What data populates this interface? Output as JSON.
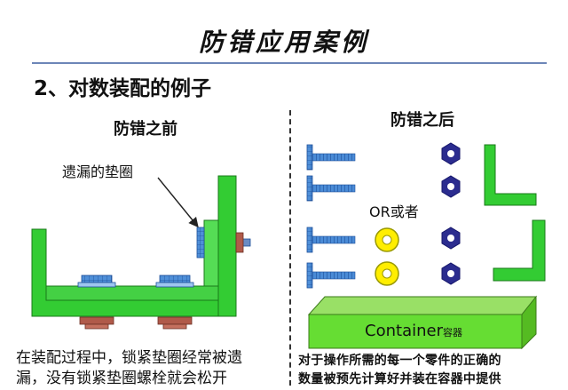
{
  "title": "防错应用案例",
  "subtitle": "2、对数装配的例子",
  "before": {
    "heading": "防错之前",
    "washer_label": "遗漏的垫圈",
    "note_line1": "在装配过程中，锁紧垫圈经常被遗",
    "note_line2": "漏，没有锁紧垫圈螺栓就会松开"
  },
  "after": {
    "heading": "防错之后",
    "or_label": "OR或者",
    "container_label": "Container",
    "container_label_small": "容器",
    "note_line1": "对于操作所需的每一个零件的正确的",
    "note_line2": "数量被预先计算好并装在容器中提供"
  },
  "colors": {
    "bracket_green": "#33cc33",
    "bolt_blue": "#3b78c4",
    "nut_navy": "#2b2c8f",
    "washer_yellow": "#ffee00",
    "nut_brown": "#b05a4a",
    "container_green": "#66dd33"
  }
}
